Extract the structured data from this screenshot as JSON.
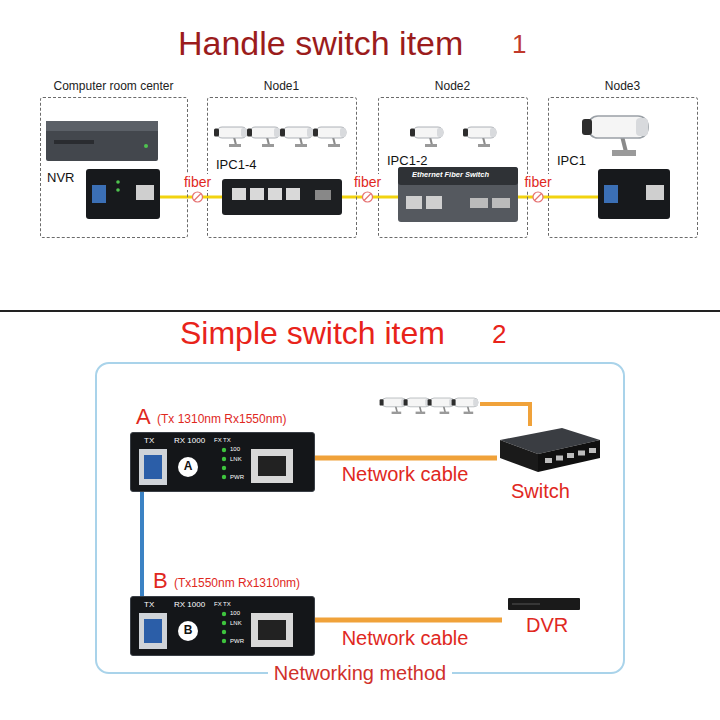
{
  "diagram": {
    "nodes": [
      {
        "text": [
          "Computer room center",
          "NVR"
        ]
      },
      {
        "text": [
          "Node1",
          "IPC1-4"
        ]
      },
      {
        "text": [
          "Node2",
          "IPC1-2"
        ]
      },
      {
        "text": [
          "Node3",
          "IPC1"
        ]
      },
      {
        "text": [
          "Networking method"
        ]
      },
      {
        "text": [
          "A",
          "(Tx 1310nm Rx1550nm)",
          "TX",
          "RX 1000",
          "A",
          "FX",
          "TX",
          "100",
          "LNK",
          "PWR"
        ],
        "in": 4
      },
      {
        "text": [
          "Switch"
        ],
        "in": 4
      },
      {
        "text": [
          "B",
          "(Tx1550nm Rx1310nm)",
          "TX",
          "RX 1000",
          "B",
          "FX",
          "TX",
          "100",
          "LNK",
          "PWR"
        ],
        "in": 4
      },
      {
        "text": [
          "DVR"
        ],
        "in": 4
      }
    ],
    "edges": [
      {
        "from": 0,
        "to": 1,
        "label": "fiber",
        "arrow": "none"
      },
      {
        "from": 1,
        "to": 2,
        "label": "fiber",
        "arrow": "none"
      },
      {
        "from": 2,
        "to": 3,
        "label": "fiber",
        "arrow": "none"
      },
      {
        "from": 5,
        "to": 6,
        "label": "Network cable",
        "arrow": "none"
      },
      {
        "from": 5,
        "to": 7,
        "arrow": "none"
      },
      {
        "from": 7,
        "to": 8,
        "label": "Network cable",
        "arrow": "none"
      }
    ],
    "labels": [
      "Handle switch item",
      "1",
      "Simple switch item",
      "2",
      "Ethernet Fiber Switch"
    ]
  }
}
